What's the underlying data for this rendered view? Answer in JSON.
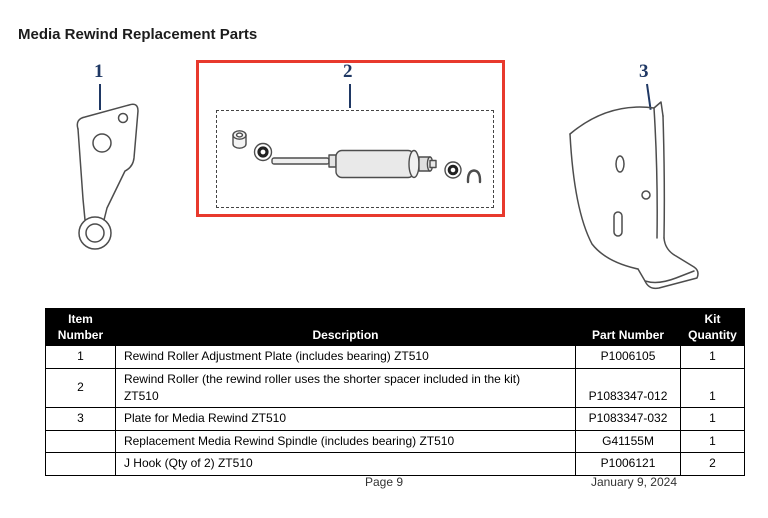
{
  "page": {
    "title": "Media Rewind Replacement Parts",
    "footer": {
      "page_label": "Page 9",
      "date": "January 9, 2024"
    }
  },
  "colors": {
    "accent-red": "#e8392d",
    "callout-navy": "#1f3864",
    "table-header-bg": "#000000",
    "table-header-text": "#ffffff"
  },
  "diagram": {
    "callouts": [
      {
        "number": "1"
      },
      {
        "number": "2"
      },
      {
        "number": "3"
      }
    ]
  },
  "table": {
    "headers": [
      "Item\nNumber",
      "Description",
      "Part Number",
      "Kit\nQuantity"
    ],
    "rows": [
      {
        "item": "1",
        "description": "Rewind Roller Adjustment Plate (includes bearing) ZT510",
        "part_number": "P1006105",
        "kit_quantity": "1"
      },
      {
        "item": "2",
        "description": "Rewind Roller (the rewind roller uses the shorter spacer included in the kit)\nZT510",
        "part_number": "P1083347-012",
        "kit_quantity": "1"
      },
      {
        "item": "3",
        "description": "Plate for Media Rewind ZT510",
        "part_number": "P1083347-032",
        "kit_quantity": "1"
      },
      {
        "item": "",
        "description": "Replacement Media Rewind Spindle (includes bearing) ZT510",
        "part_number": "G41155M",
        "kit_quantity": "1"
      },
      {
        "item": "",
        "description": "J Hook (Qty of 2) ZT510",
        "part_number": "P1006121",
        "kit_quantity": "2"
      }
    ]
  }
}
